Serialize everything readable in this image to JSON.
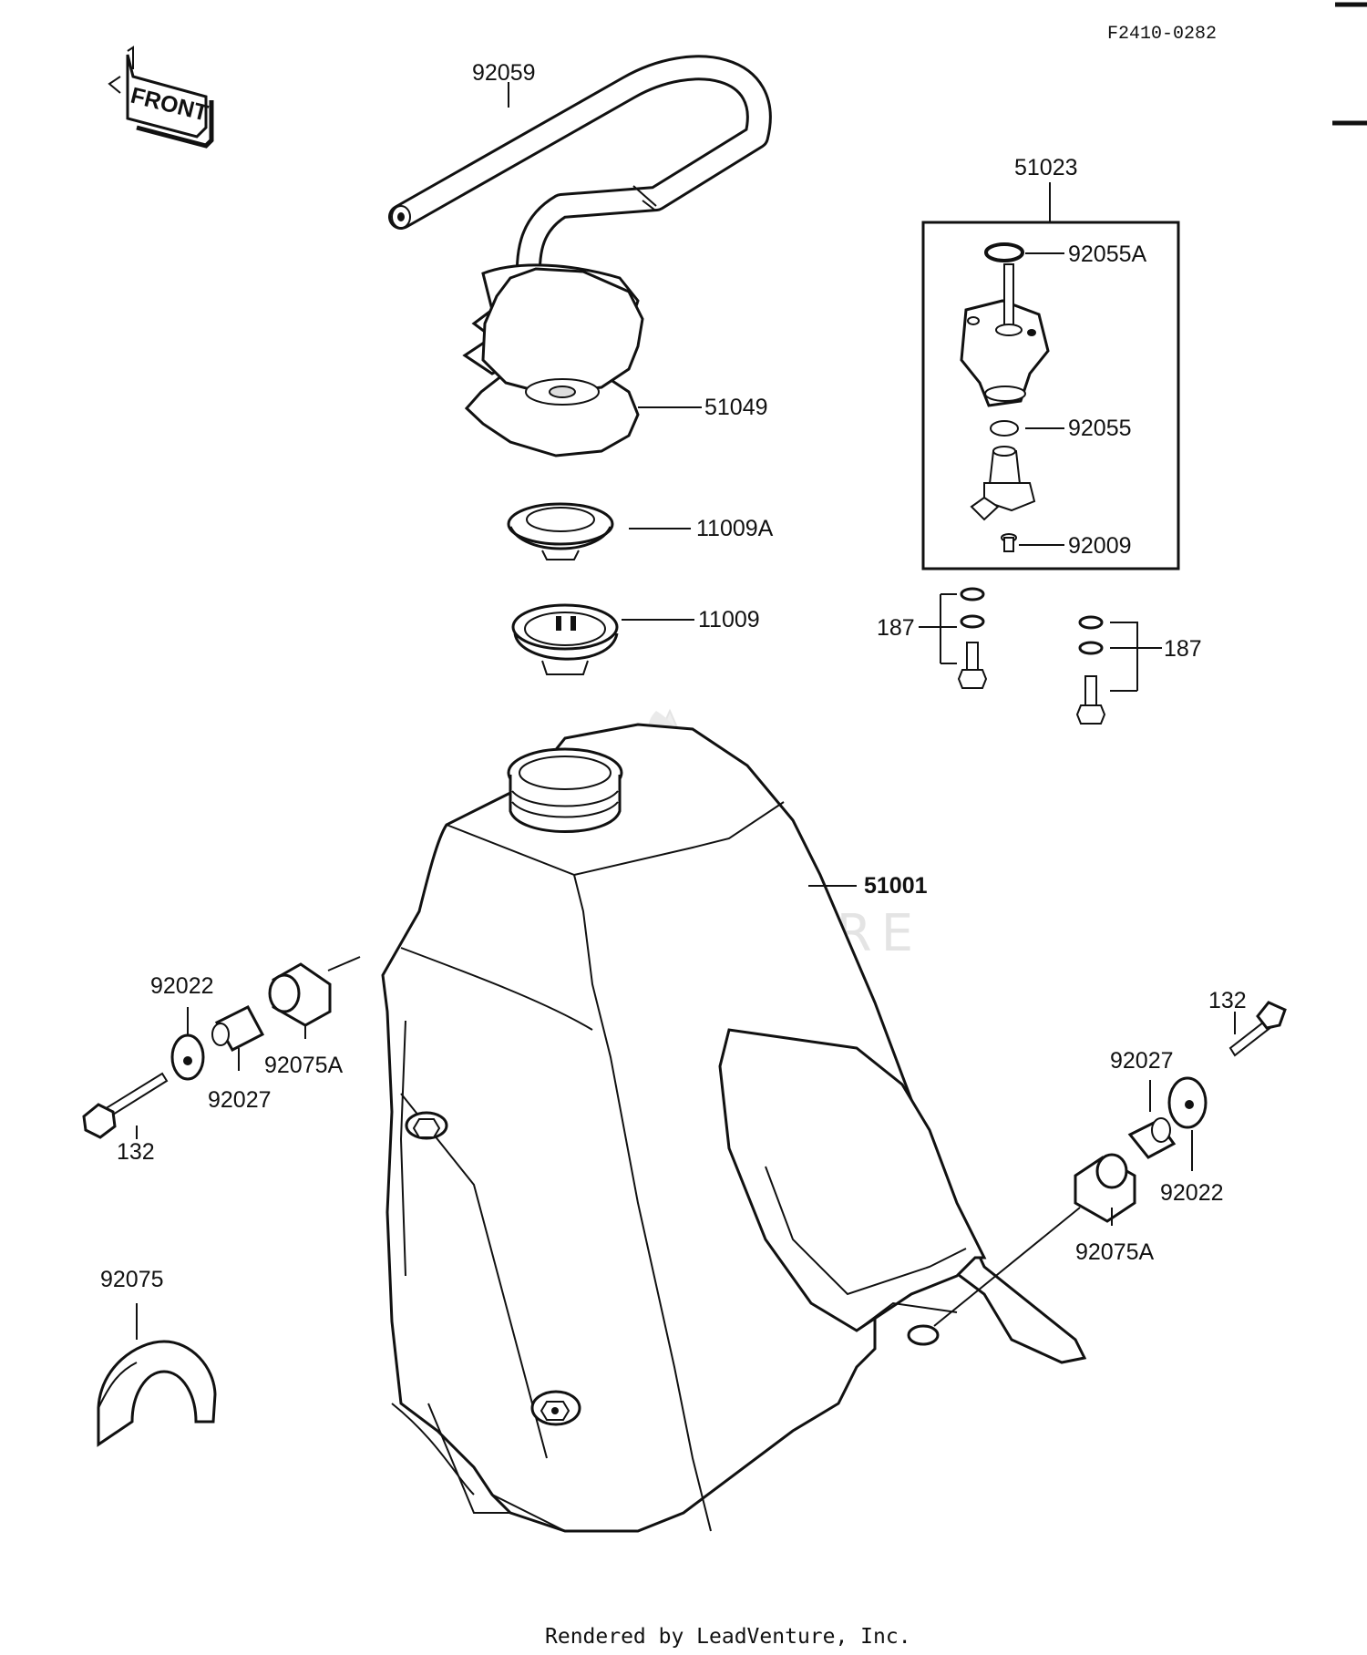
{
  "diagram_ref": "F2410-0282",
  "front_label": "FRONT",
  "watermark": "LEADVENTURE",
  "footer": "Rendered by LeadVenture, Inc.",
  "labels": {
    "hose": "92059",
    "fuel_tap_assy": "51023",
    "o_ring_a": "92055A",
    "o_ring": "92055",
    "tap_screw": "92009",
    "cap": "51049",
    "gasket_a": "11009A",
    "gasket": "11009",
    "tank": "51001",
    "bolt_set_left": "187",
    "bolt_set_right": "187",
    "washer_left": "92022",
    "collar_left": "92027",
    "damper_left": "92075A",
    "bolt_left": "132",
    "bolt_right": "132",
    "collar_right": "92027",
    "washer_right": "92022",
    "damper_right": "92075A",
    "pad": "92075"
  }
}
